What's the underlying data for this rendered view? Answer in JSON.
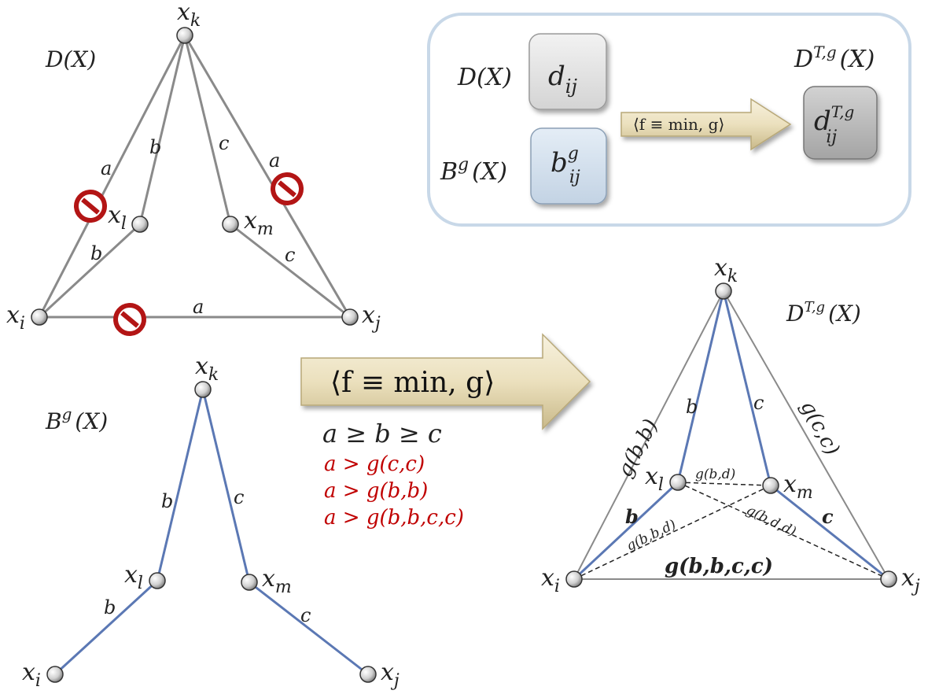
{
  "graph_top_left": {
    "title": "D(X)",
    "nodes": {
      "k": "x",
      "i": "x",
      "j": "x",
      "l": "x",
      "m": "x"
    },
    "subscripts": {
      "k": "k",
      "i": "i",
      "j": "j",
      "l": "l",
      "m": "m"
    },
    "edge_labels": {
      "ka_left": "a",
      "kl": "b",
      "km": "c",
      "ka_right": "a",
      "il": "b",
      "jm": "c",
      "ij": "a"
    }
  },
  "legend_box": {
    "d_label": "D(X)",
    "d_cell": "d",
    "d_cell_sub": "ij",
    "b_label": "B",
    "b_label_sup": "g",
    "b_label_tail": "(X)",
    "b_cell": "b",
    "b_cell_sup": "g",
    "b_cell_sub": "ij",
    "arrow_label": "⟨f ≡ min, g⟩",
    "out_label": "D",
    "out_label_sup": "T,g",
    "out_label_tail": "(X)",
    "out_cell": "d",
    "out_cell_sup": "T,g",
    "out_cell_sub": "ij"
  },
  "graph_bottom_left": {
    "title": "B",
    "title_sup": "g",
    "title_tail": "(X)",
    "edge_labels": {
      "kl": "b",
      "km": "c",
      "il": "b",
      "jm": "c"
    }
  },
  "big_arrow": {
    "label": "⟨f ≡ min, g⟩"
  },
  "conditions": {
    "order": "a ≥ b ≥ c",
    "items": [
      "a > g(c,c)",
      "a > g(b,b)",
      "a > g(b,b,c,c)"
    ]
  },
  "graph_right": {
    "title": "D",
    "title_sup": "T,g",
    "title_tail": "(X)",
    "edge_labels": {
      "ki": "g(b,b)",
      "kj": "g(c,c)",
      "kl": "b",
      "km": "c",
      "il": "b",
      "jm": "c",
      "lm": "g(b,d)",
      "im": "g(b,b,d)",
      "lj": "g(b,d,d)",
      "ij": "g(b,b,c,c)"
    }
  },
  "colors": {
    "grey_edge": "#8a8a8a",
    "blue_edge": "#5b78b4",
    "red": "#c00000",
    "panel_border": "#c8d8e8",
    "arrow_fill": "#ede3c4"
  }
}
